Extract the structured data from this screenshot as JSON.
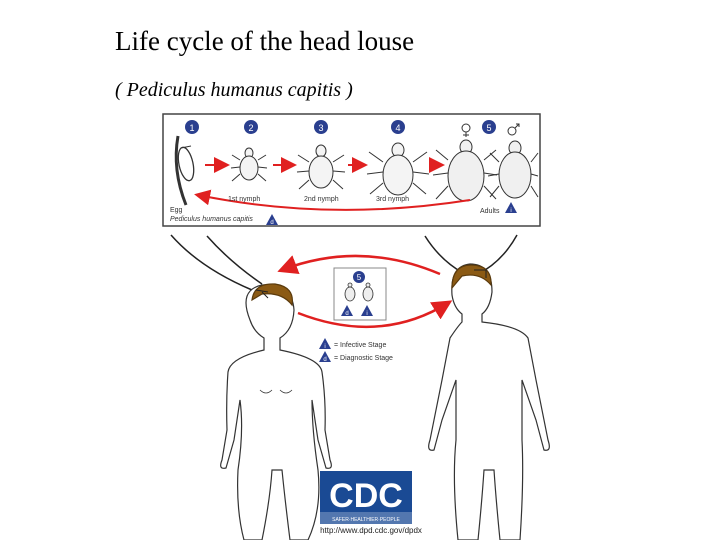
{
  "title": "Life cycle of the head louse",
  "subtitle": "( Pediculus humanus capitis )",
  "cycle": {
    "stages": [
      {
        "number": "1",
        "label": "Egg"
      },
      {
        "number": "2",
        "label": "1st nymph"
      },
      {
        "number": "3",
        "label": "2nd nymph"
      },
      {
        "number": "4",
        "label": "3rd nymph"
      },
      {
        "number": "5",
        "label": "Adults"
      }
    ],
    "species_label": "Pediculus humanus capitis",
    "infective_marker": "i",
    "diagnostic_marker": "d"
  },
  "inset": {
    "stage_number": "5"
  },
  "legend": {
    "infective": {
      "marker": "i",
      "label": "= Infective Stage"
    },
    "diagnostic": {
      "marker": "d",
      "label": "= Diagnostic Stage"
    }
  },
  "logo": {
    "text": "CDC",
    "tagline": "SAFER·HEALTHIER·PEOPLE",
    "url": "http://www.dpd.cdc.gov/dpdx"
  },
  "colors": {
    "arrow_red": "#e02020",
    "stage_circle": "#2a3f8f",
    "hair": "#8b5a14",
    "logo_blue": "#1a4a94"
  }
}
